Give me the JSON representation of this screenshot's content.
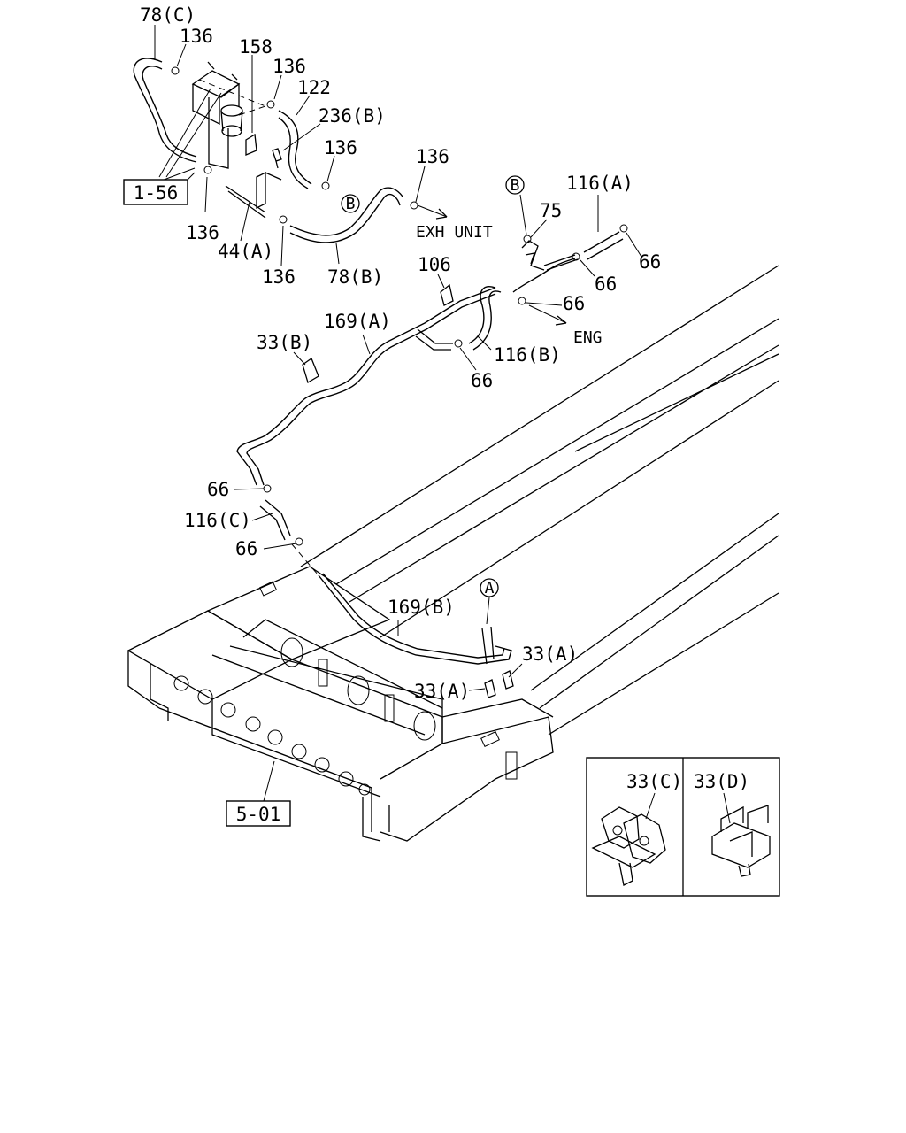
{
  "diagram": {
    "refs": {
      "ref_1_56": "1-56",
      "ref_5_01": "5-01"
    },
    "callouts": {
      "c78C": "78(C)",
      "c136_a": "136",
      "c158": "158",
      "c136_b": "136",
      "c122": "122",
      "c236B": "236(B)",
      "c136_c": "136",
      "c136_d": "136",
      "c136_e": "136",
      "c44A": "44(A)",
      "c136_f": "136",
      "c78B": "78(B)",
      "c116A": "116(A)",
      "c75": "75",
      "c66_a": "66",
      "c66_b": "66",
      "c66_c": "66",
      "c106": "106",
      "c169A": "169(A)",
      "c33B": "33(B)",
      "c116B": "116(B)",
      "c66_d": "66",
      "c66_e": "66",
      "c116C": "116(C)",
      "c66_f": "66",
      "c169B": "169(B)",
      "c33A_a": "33(A)",
      "c33A_b": "33(A)",
      "c33C": "33(C)",
      "c33D": "33(D)"
    },
    "arrows": {
      "exh_unit": "EXH UNIT",
      "eng": "ENG"
    },
    "markers": {
      "circle_B_1": "B",
      "circle_B_2": "B",
      "circle_A": "A"
    }
  }
}
